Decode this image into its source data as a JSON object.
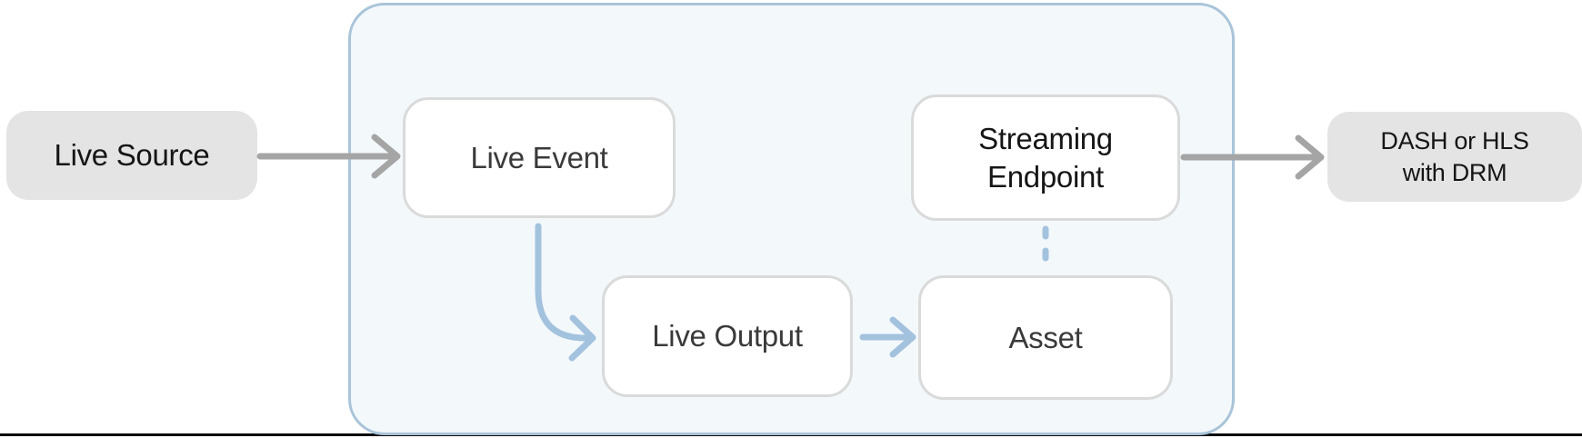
{
  "nodes": {
    "live_source": {
      "label": "Live Source",
      "shape": "gray-pill"
    },
    "live_event": {
      "label": "Live Event",
      "shape": "white-rounded"
    },
    "live_output": {
      "label": "Live Output",
      "shape": "white-rounded"
    },
    "asset": {
      "label": "Asset",
      "shape": "white-rounded"
    },
    "streaming_endpoint": {
      "label_line1": "Streaming",
      "label_line2": "Endpoint",
      "shape": "white-rounded"
    },
    "dash_or_hls": {
      "label_line1": "DASH or HLS",
      "label_line2": "with DRM",
      "shape": "gray-pill"
    }
  },
  "group": {
    "contains": [
      "live_event",
      "live_output",
      "asset",
      "streaming_endpoint"
    ]
  },
  "edges": [
    {
      "from": "live_source",
      "to": "live_event",
      "style": "solid",
      "color_role": "gray_arrow",
      "direction": "right"
    },
    {
      "from": "live_event",
      "to": "live_output",
      "style": "solid-curved",
      "color_role": "blue_arrow",
      "direction": "down-right"
    },
    {
      "from": "live_output",
      "to": "asset",
      "style": "solid",
      "color_role": "blue_arrow",
      "direction": "right"
    },
    {
      "from": "streaming_endpoint",
      "to": "asset",
      "style": "dashed",
      "color_role": "blue_dashed",
      "direction": "down"
    },
    {
      "from": "streaming_endpoint",
      "to": "dash_or_hls",
      "style": "solid",
      "color_role": "gray_arrow",
      "direction": "right"
    }
  ],
  "colors": {
    "group_fill": "#f3f8fb",
    "group_border": "#a9c4d9",
    "gray_node_fill": "#e4e4e4",
    "white_node_border": "#dadada",
    "gray_arrow": "#a5a5a5",
    "blue_arrow": "#a3c2de",
    "blue_dashed": "#a3c2de",
    "text_dark": "#151515",
    "text_node": "#3a3a3a",
    "baseline": "#0a0a0a"
  }
}
